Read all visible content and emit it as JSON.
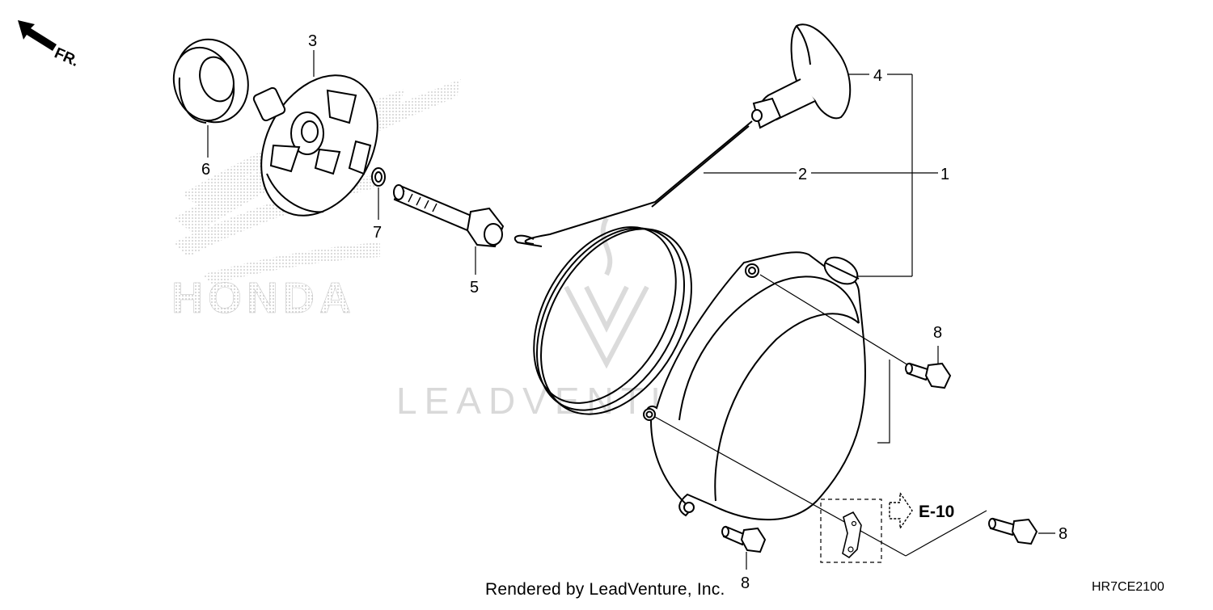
{
  "orientation": {
    "label": "FR."
  },
  "callouts": {
    "c1": "1",
    "c2": "2",
    "c3": "3",
    "c4": "4",
    "c5": "5",
    "c6": "6",
    "c7": "7",
    "c8a": "8",
    "c8b": "8",
    "c8c": "8"
  },
  "reference": {
    "label": "E-10"
  },
  "watermarks": {
    "brand": "HONDA",
    "vendor": "LEADVENTURE"
  },
  "footer": {
    "rendered_by": "Rendered by LeadVenture, Inc.",
    "diagram_code": "HR7CE2100"
  },
  "colors": {
    "line": "#000000",
    "watermark": "#c8c8c8",
    "background": "#ffffff"
  }
}
